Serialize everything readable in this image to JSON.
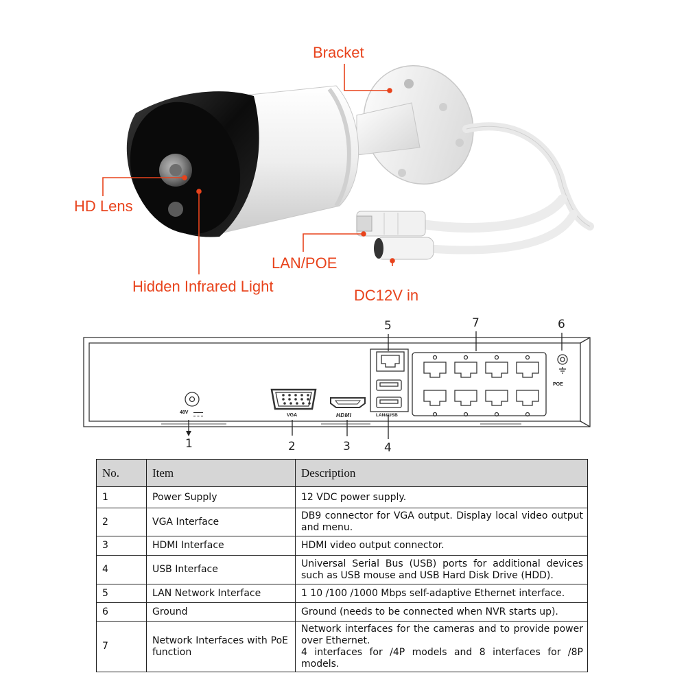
{
  "callouts": {
    "bracket": "Bracket",
    "hd_lens": "HD Lens",
    "lan_poe": "LAN/POE",
    "hidden_ir": "Hidden Infrared Light",
    "dc_in": "DC12V in"
  },
  "panel": {
    "port_labels": {
      "power": "48V",
      "vga": "VGA",
      "hdmi": "HDMI",
      "lan_usb": "LAN&USB",
      "poe": "POE"
    },
    "numbers": [
      "1",
      "2",
      "3",
      "4",
      "5",
      "7",
      "6"
    ]
  },
  "table": {
    "headers": [
      "No.",
      "Item",
      "Description"
    ],
    "rows": [
      {
        "no": "1",
        "item": "Power Supply",
        "desc": "12 VDC power supply."
      },
      {
        "no": "2",
        "item": "VGA Interface",
        "desc": "DB9 connector for VGA output. Display local video output and menu."
      },
      {
        "no": "3",
        "item": "HDMI Interface",
        "desc": "HDMI video output connector."
      },
      {
        "no": "4",
        "item": "USB Interface",
        "desc": "Universal Serial Bus (USB) ports for additional devices such as USB mouse and USB Hard Disk Drive (HDD)."
      },
      {
        "no": "5",
        "item": "LAN Network Interface",
        "desc": "1 10 /100 /1000 Mbps self-adaptive Ethernet interface."
      },
      {
        "no": "6",
        "item": "Ground",
        "desc": "Ground (needs to be connected when NVR starts up)."
      },
      {
        "no": "7",
        "item": "Network Interfaces with PoE function",
        "desc_lines": [
          "Network interfaces for the cameras and to provide power over Ethernet.",
          "4 interfaces for /4P models and 8 interfaces for /8P models."
        ]
      }
    ]
  },
  "colors": {
    "callout": "#e8431c",
    "table_header_bg": "#d6d6d6",
    "camera_body": "#f2f2f2",
    "camera_shroud": "#151515"
  }
}
